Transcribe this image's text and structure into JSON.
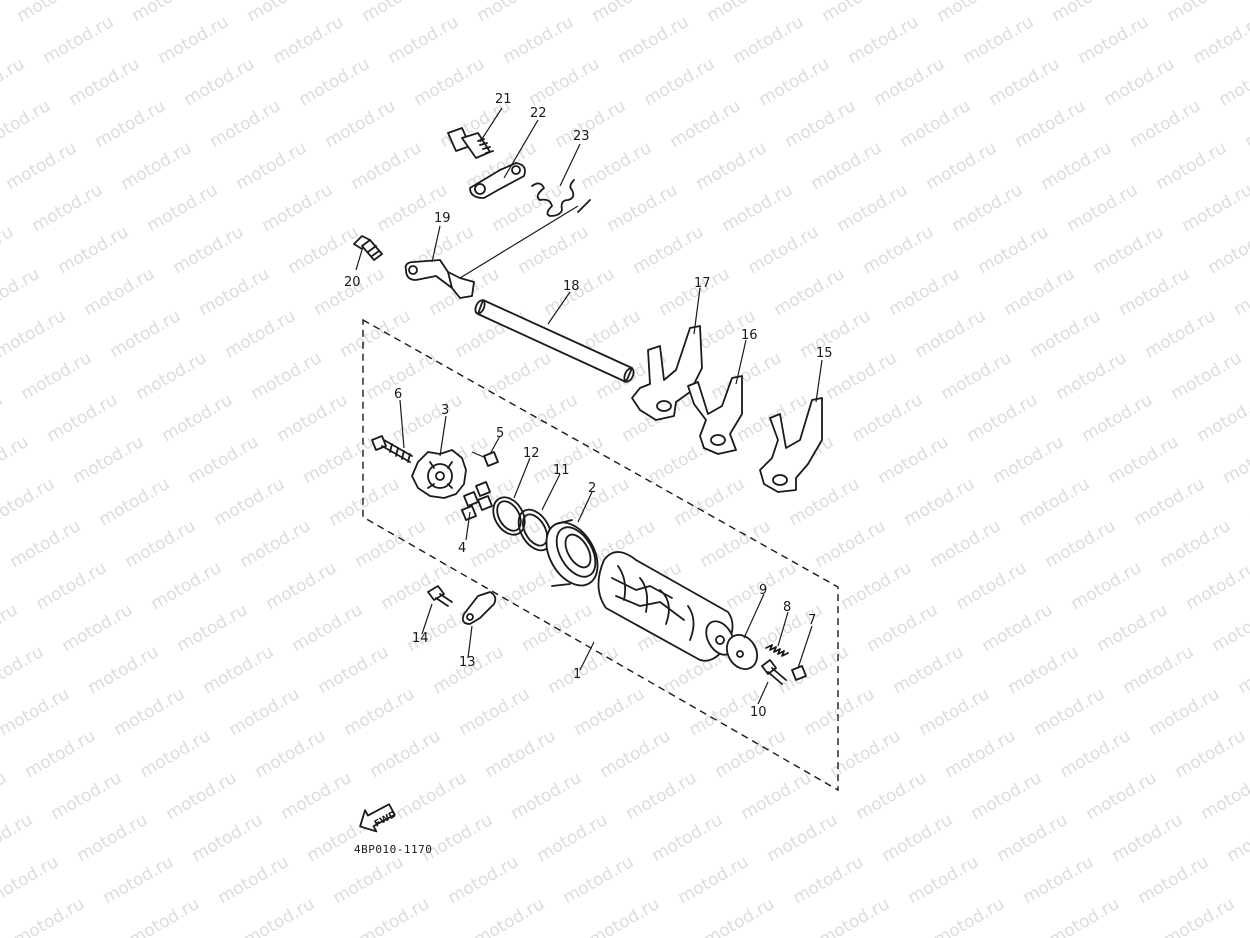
{
  "watermark": "motod.ru",
  "diagram_code": "4BP010-1170",
  "fwd_label": "FWD",
  "callouts": {
    "c1": "1",
    "c2": "2",
    "c3": "3",
    "c4": "4",
    "c5": "5",
    "c6": "6",
    "c7": "7",
    "c8": "8",
    "c9": "9",
    "c10": "10",
    "c11": "11",
    "c12": "12",
    "c13": "13",
    "c14": "14",
    "c15": "15",
    "c16": "16",
    "c17": "17",
    "c18": "18",
    "c19": "19",
    "c20": "20",
    "c21": "21",
    "c22": "22",
    "c23": "23"
  },
  "colors": {
    "line": "#1a1a1a",
    "watermark": "#dcdcdc",
    "background": "#ffffff"
  }
}
